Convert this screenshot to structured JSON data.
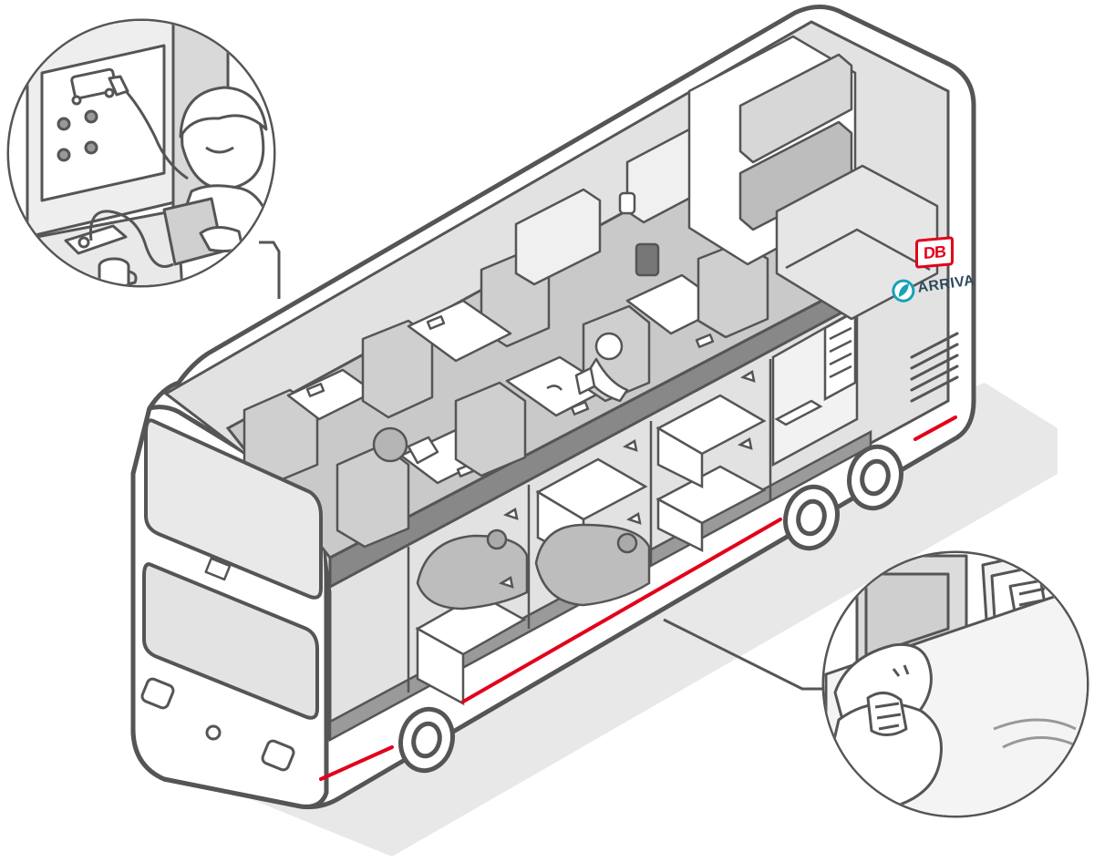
{
  "illustration": {
    "subject": "double-decker-bus-cutaway",
    "colors": {
      "outline": "#555555",
      "fill": "#ffffff",
      "interior": "#e0e0e0",
      "interior_dark": "#c6c6c6",
      "shadow": "#e6e6e6",
      "accent_red": "#e3001b",
      "arriva_teal": "#17a2b8"
    }
  },
  "branding": {
    "db_logo_text": "DB",
    "arriva_logo_text": "ARRIVA"
  },
  "callouts": [
    {
      "name": "route-display-callout"
    },
    {
      "name": "sleeping-cabin-callout"
    }
  ]
}
